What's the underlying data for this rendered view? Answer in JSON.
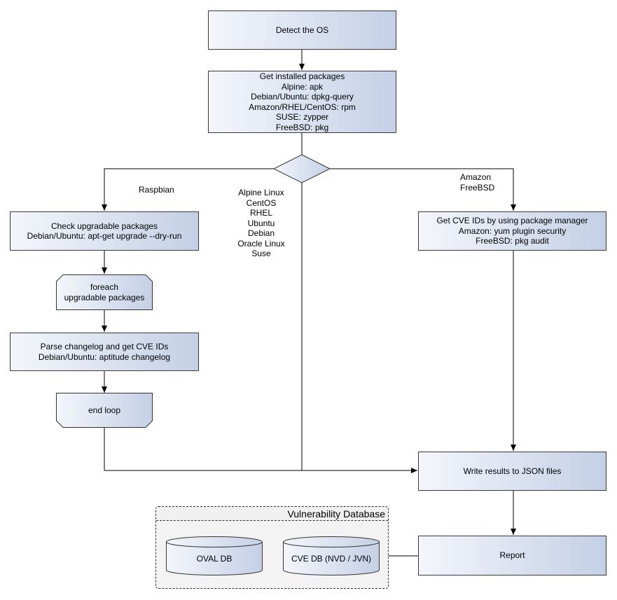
{
  "nodes": {
    "detect_os": [
      "Detect the OS"
    ],
    "get_packages": [
      "Get installed packages",
      "Alpine: apk",
      "Debian/Ubuntu: dpkg-query",
      "Amazon/RHEL/CentOS: rpm",
      "SUSE: zypper",
      "FreeBSD: pkg"
    ],
    "check_upgradable": [
      "Check upgradable packages",
      "Debian/Ubuntu: apt-get upgrade --dry-run"
    ],
    "foreach": [
      "foreach",
      "upgradable  packages"
    ],
    "parse_changelog": [
      "Parse changelog and get  CVE IDs",
      "Debian/Ubuntu: aptitude changelog"
    ],
    "end_loop": [
      "end loop"
    ],
    "get_cve_ids": [
      "Get CVE IDs by using package manager",
      "Amazon: yum plugin security",
      "FreeBSD: pkg audit"
    ],
    "write_results": [
      "Write results to JSON files"
    ],
    "report": [
      "Report"
    ]
  },
  "branch_labels": {
    "left": [
      "Raspbian"
    ],
    "middle": [
      "Alpine Linux",
      "CentOS",
      "RHEL",
      "Ubuntu",
      "Debian",
      "Oracle Linux",
      "Suse"
    ],
    "right": [
      "Amazon",
      "FreeBSD"
    ]
  },
  "database_group": {
    "title": "Vulnerability Database",
    "items": [
      "OVAL DB",
      "CVE DB (NVD / JVN)"
    ]
  },
  "colors": {
    "box_fill_start": "#f4f6fb",
    "box_fill_end": "#c4d0e6",
    "line": "#000000",
    "group_fill": "#f3f3f3"
  }
}
